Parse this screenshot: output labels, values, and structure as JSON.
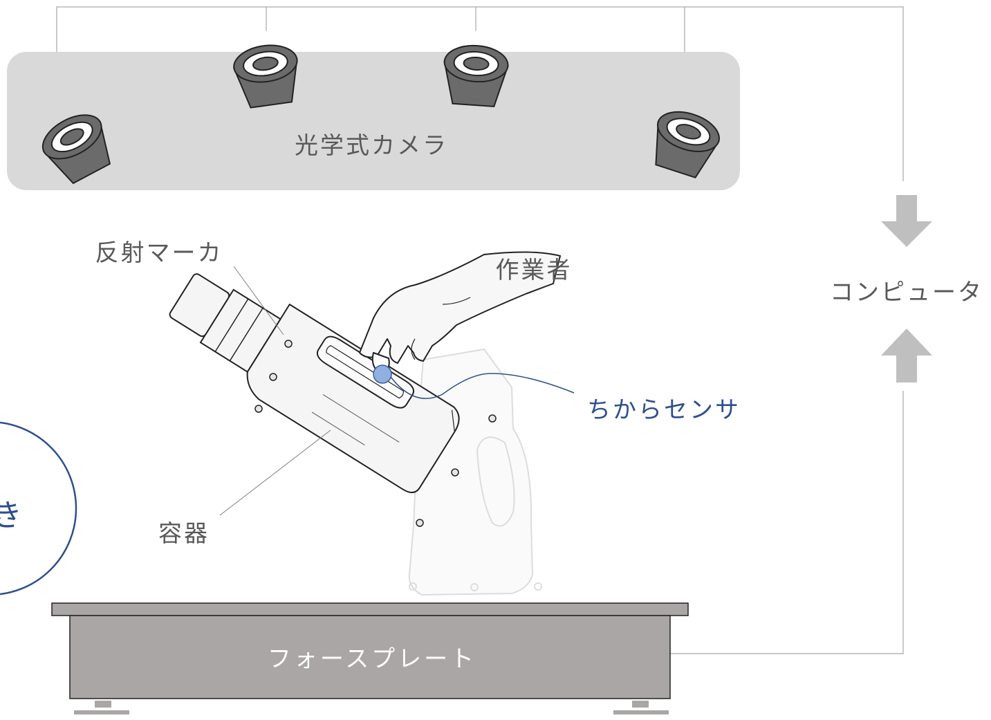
{
  "labels": {
    "cameras": "光学式カメラ",
    "marker": "反射マーカ",
    "worker": "作業者",
    "computer": "コンピュータ",
    "force_sensor": "ちからセンサ",
    "container": "容器",
    "force_plate": "フォースプレート",
    "circle_fragment": "き"
  },
  "colors": {
    "camera_panel": "#d9d9d9",
    "camera_body": "#6b6b6b",
    "force_plate": "#a9a6a5",
    "arrow": "#bfbfbf",
    "accent_blue": "#2e4f8c",
    "text_gray": "#595959"
  }
}
